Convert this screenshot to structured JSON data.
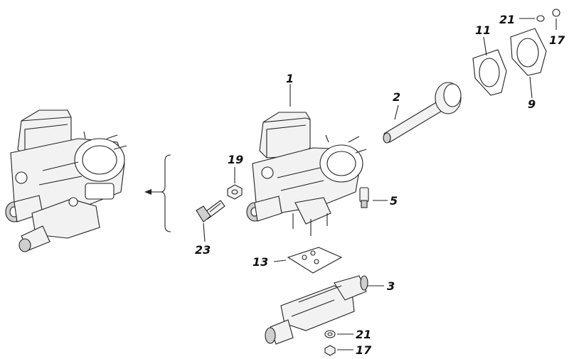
{
  "diagram": {
    "callouts": {
      "c1": "1",
      "c2": "2",
      "c3": "3",
      "c5": "5",
      "c9": "9",
      "c11": "11",
      "c13": "13",
      "c17a": "17",
      "c17b": "17",
      "c19": "19",
      "c21a": "21",
      "c21b": "21",
      "c23": "23"
    }
  }
}
